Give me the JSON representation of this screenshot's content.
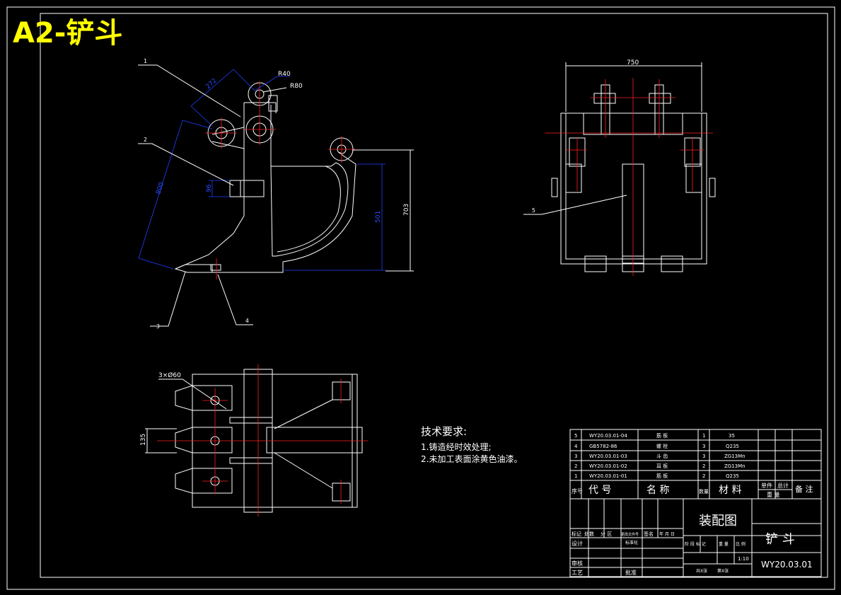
{
  "sheet_title": "A2-铲斗",
  "front_view": {
    "part_labels": [
      "1",
      "2",
      "3",
      "4"
    ],
    "dims": {
      "r40": "R40",
      "r80": "R80",
      "d272": "272",
      "d800": "800",
      "d96": "96",
      "d501": "501",
      "d703": "703"
    }
  },
  "side_view": {
    "part_labels": [
      "5"
    ],
    "dims": {
      "d750": "750"
    }
  },
  "top_view": {
    "dims": {
      "holes": "3×Ø60",
      "d135": "135"
    }
  },
  "requirements": {
    "heading": "技术要求:",
    "items": [
      "1.铸造经时效处理;",
      "2.未加工表面涂黄色油漆。"
    ]
  },
  "bom": {
    "rows": [
      {
        "no": "5",
        "code": "WY20.03.01-04",
        "name": "筋 板",
        "qty": "1",
        "material": "35"
      },
      {
        "no": "4",
        "code": "GB5782-86",
        "name": "螺 栓",
        "qty": "3",
        "material": "Q235"
      },
      {
        "no": "3",
        "code": "WY20.03.01-03",
        "name": "斗 齿",
        "qty": "3",
        "material": "ZG13Mn"
      },
      {
        "no": "2",
        "code": "WY20.03.01-02",
        "name": "耳 板",
        "qty": "2",
        "material": "ZG13Mn"
      },
      {
        "no": "1",
        "code": "WY20.03.01-01",
        "name": "筋 板",
        "qty": "2",
        "material": "Q235"
      }
    ],
    "headers": {
      "no": "序号",
      "code": "代 号",
      "name": "名 称",
      "qty": "数量",
      "material": "材 料",
      "unit_weight": "单件",
      "total_weight": "总计",
      "weight": "重 量",
      "remark": "备 注"
    }
  },
  "title_block": {
    "drawing_type": "装配图",
    "part_name": "铲 斗",
    "drawing_no": "WY20.03.01",
    "scale": "1:10",
    "labels": {
      "mark": "标记",
      "count": "处数",
      "zone": "分 区",
      "change_doc": "更改文件号",
      "signature": "签名",
      "date": "年 月 日",
      "design": "设计",
      "standardize": "标准化",
      "check": "审核",
      "process": "工艺",
      "approve": "批准",
      "stage": "阶 段 标 记",
      "weight": "重 量",
      "ratio": "比 例",
      "sheets_total": "共X张",
      "sheet_no": "第X张"
    }
  }
}
